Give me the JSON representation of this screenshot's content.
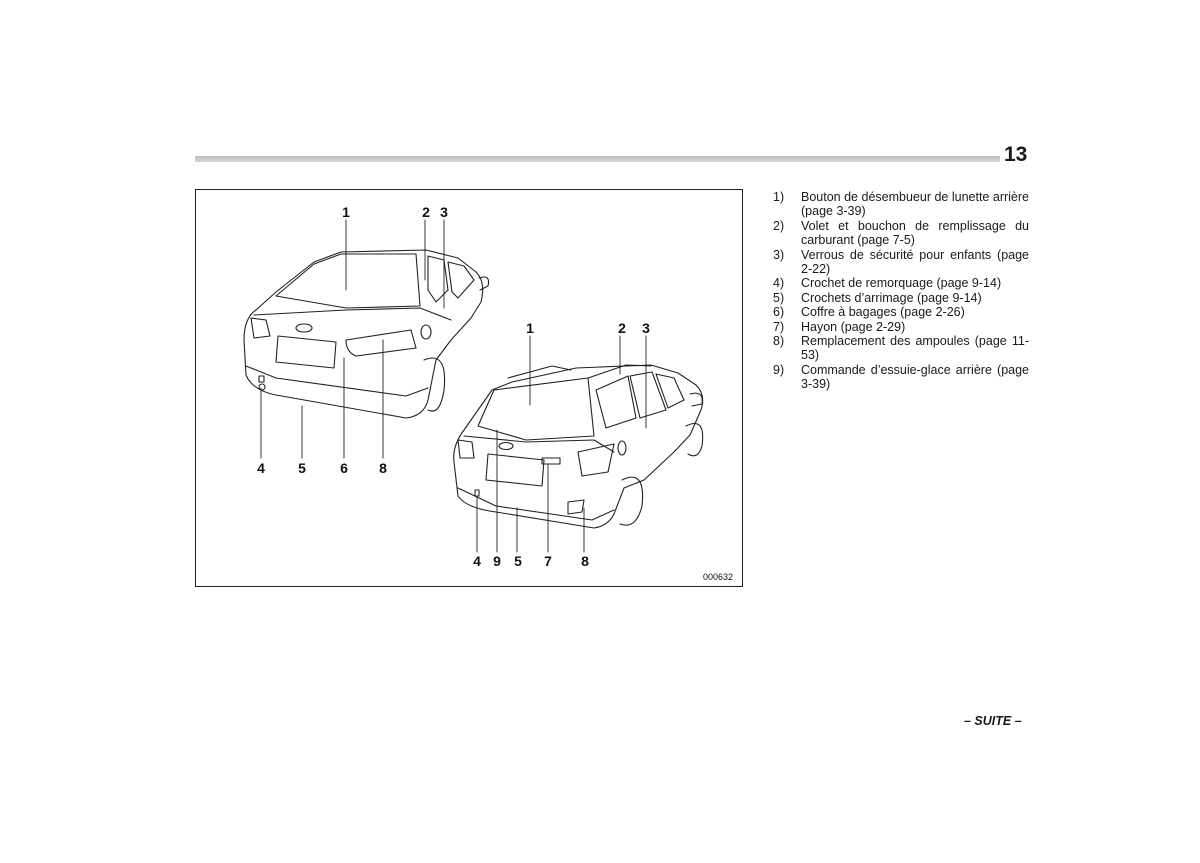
{
  "page": {
    "number": "13",
    "continue_label": "– SUITE –"
  },
  "figure": {
    "code": "000632",
    "sedan_callouts": {
      "top": [
        "1",
        "2",
        "3"
      ],
      "bottom": [
        "4",
        "5",
        "6",
        "8"
      ]
    },
    "wagon_callouts": {
      "top": [
        "1",
        "2",
        "3"
      ],
      "bottom": [
        "4",
        "9",
        "5",
        "7",
        "8"
      ]
    }
  },
  "legend": [
    {
      "num": "1)",
      "text": "Bouton de désembueur de lunette arrière (page 3-39)"
    },
    {
      "num": "2)",
      "text": "Volet et bouchon de remplissage du carburant (page 7-5)"
    },
    {
      "num": "3)",
      "text": "Verrous de sécurité pour enfants (page 2-22)"
    },
    {
      "num": "4)",
      "text": "Crochet de remorquage (page 9-14)"
    },
    {
      "num": "5)",
      "text": "Crochets d’arrimage (page 9-14)"
    },
    {
      "num": "6)",
      "text": "Coffre à bagages (page 2-26)"
    },
    {
      "num": "7)",
      "text": "Hayon (page 2-29)"
    },
    {
      "num": "8)",
      "text": "Remplacement des ampoules (page 11-53)"
    },
    {
      "num": "9)",
      "text": "Commande d’essuie-glace arrière (page 3-39)"
    }
  ]
}
